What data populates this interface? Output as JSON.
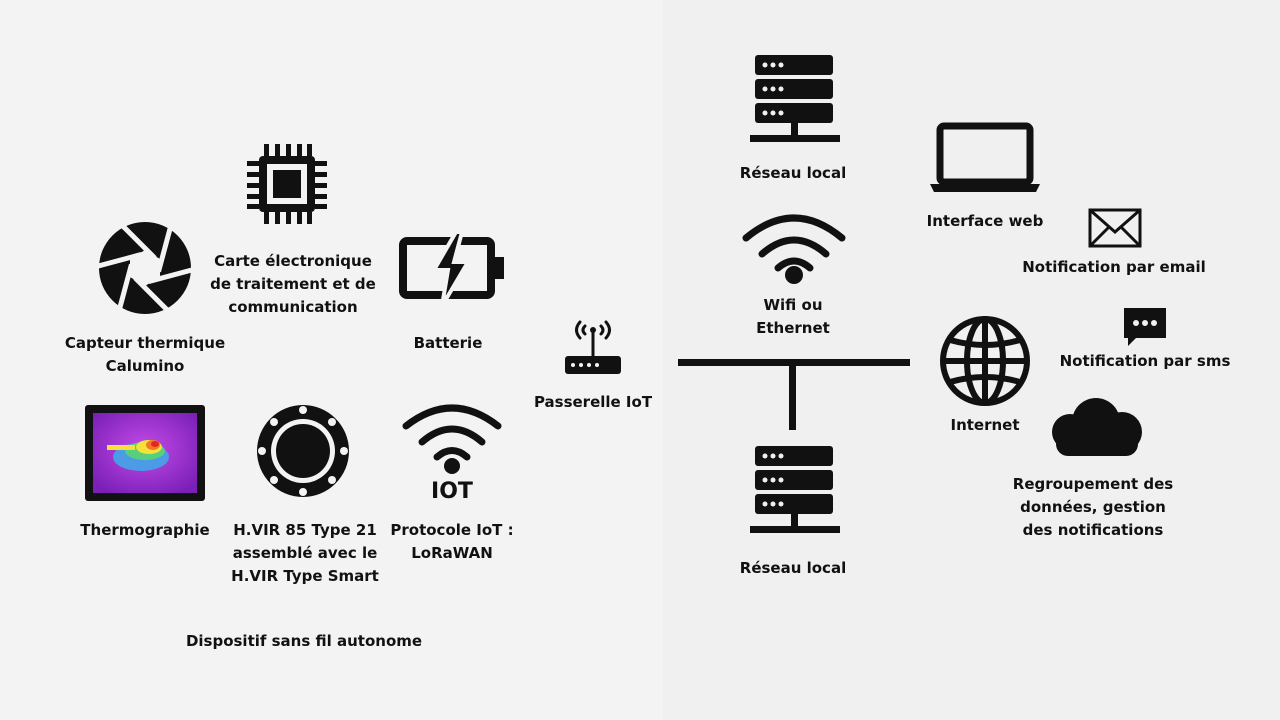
{
  "device": {
    "caption": "Dispositif sans fil autonome",
    "sensor_label_1": "Capteur thermique",
    "sensor_label_2": "Calumino",
    "board_label_1": "Carte électronique",
    "board_label_2": "de traitement et de",
    "board_label_3": "communication",
    "battery_label": "Batterie",
    "thermo_label": "Thermographie",
    "hvir_label_1": "H.VIR 85 Type 21",
    "hvir_label_2": "assemblé avec le",
    "hvir_label_3": "H.VIR Type Smart",
    "iot_icon_text": "IOT",
    "protocol_label_1": "Protocole IoT :",
    "protocol_label_2": "LoRaWAN"
  },
  "network": {
    "gateway_label": "Passerelle IoT",
    "local_top_label": "Réseau local",
    "wifi_label_1": "Wifi ou",
    "wifi_label_2": "Ethernet",
    "local_bottom_label": "Réseau local",
    "internet_label": "Internet"
  },
  "cloud": {
    "web_label": "Interface web",
    "email_label": "Notification par email",
    "sms_label": "Notification par sms",
    "cloud_label_1": "Regroupement des",
    "cloud_label_2": "données, gestion",
    "cloud_label_3": "des notifications"
  }
}
